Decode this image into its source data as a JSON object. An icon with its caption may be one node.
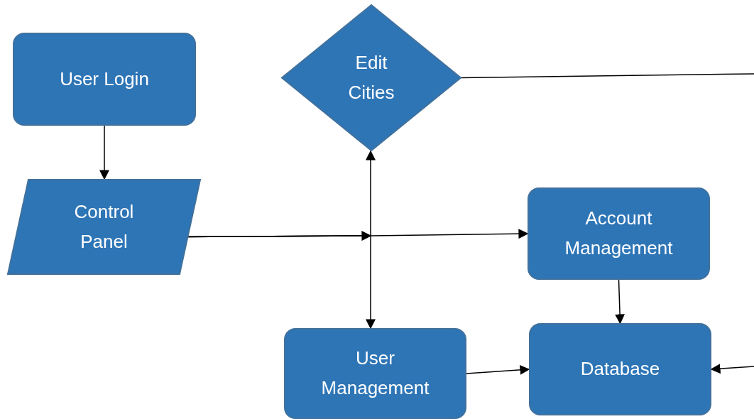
{
  "diagram": {
    "nodes": [
      {
        "text": [
          "User Login"
        ]
      },
      {
        "text": [
          "Edit Cities"
        ]
      },
      {
        "text": [
          "Control Panel"
        ]
      },
      {
        "text": [
          "Account Management"
        ]
      },
      {
        "text": [
          "User Management"
        ]
      },
      {
        "text": [
          "Database"
        ]
      }
    ],
    "edges": [
      {
        "from": 0,
        "to": 2,
        "arrow": "to"
      },
      {
        "from": 2,
        "to": 1,
        "arrow": "to"
      },
      {
        "from": 2,
        "to": 3,
        "arrow": "to"
      },
      {
        "from": 2,
        "to": 4,
        "arrow": "to"
      },
      {
        "from": 3,
        "to": 5,
        "arrow": "to"
      },
      {
        "from": 4,
        "to": 5,
        "arrow": "to"
      },
      {
        "from": 1,
        "to": null,
        "arrow": "none"
      },
      {
        "from": null,
        "to": 5,
        "arrow": "to"
      }
    ]
  }
}
